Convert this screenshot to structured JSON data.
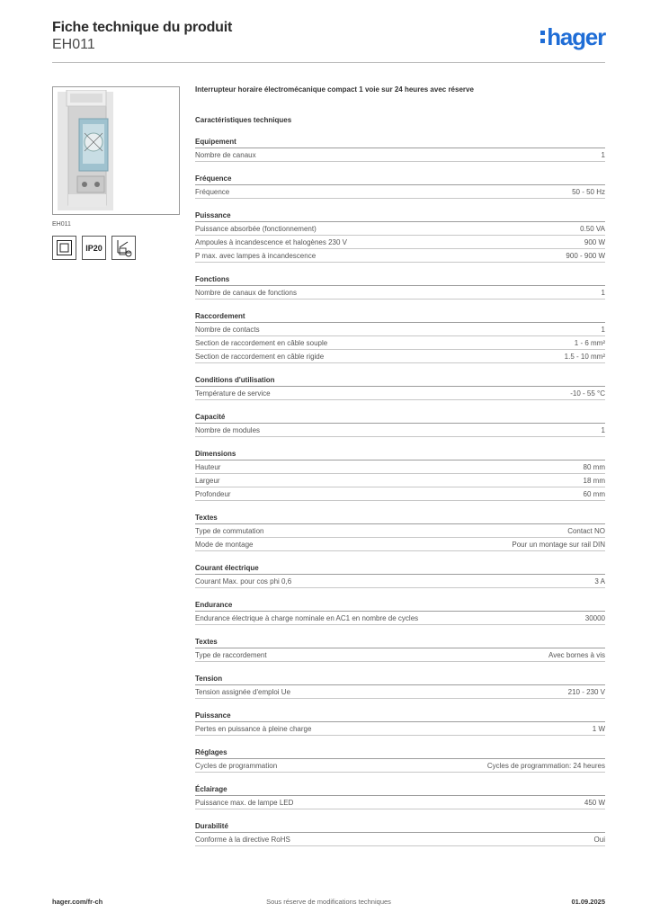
{
  "header": {
    "title": "Fiche technique du produit",
    "reference": "EH011",
    "logo_text": "hager",
    "brand_color": "#1f6dd6"
  },
  "product": {
    "caption": "EH011",
    "icons": [
      {
        "name": "protection-class-ii-icon",
        "label": ""
      },
      {
        "name": "ip20-icon",
        "label": "IP20"
      },
      {
        "name": "din-rail-mounting-icon",
        "label": ""
      }
    ]
  },
  "description": "Interrupteur horaire électromécanique compact 1 voie sur 24 heures avec réserve",
  "tech_heading": "Caractéristiques techniques",
  "sections": [
    {
      "title": "Equipement",
      "rows": [
        [
          "Nombre de canaux",
          "1"
        ]
      ]
    },
    {
      "title": "Fréquence",
      "rows": [
        [
          "Fréquence",
          "50 - 50 Hz"
        ]
      ]
    },
    {
      "title": "Puissance",
      "rows": [
        [
          "Puissance absorbée (fonctionnement)",
          "0.50 VA"
        ],
        [
          "Ampoules à incandescence et halogènes 230 V",
          "900 W"
        ],
        [
          "P max. avec lampes à incandescence",
          "900 - 900 W"
        ]
      ]
    },
    {
      "title": "Fonctions",
      "rows": [
        [
          "Nombre de canaux de fonctions",
          "1"
        ]
      ]
    },
    {
      "title": "Raccordement",
      "rows": [
        [
          "Nombre de contacts",
          "1"
        ],
        [
          "Section de raccordement en câble souple",
          "1 - 6 mm²"
        ],
        [
          "Section de raccordement en câble rigide",
          "1.5 - 10 mm²"
        ]
      ]
    },
    {
      "title": "Conditions d'utilisation",
      "rows": [
        [
          "Température de service",
          "-10 - 55 °C"
        ]
      ]
    },
    {
      "title": "Capacité",
      "rows": [
        [
          "Nombre de modules",
          "1"
        ]
      ]
    },
    {
      "title": "Dimensions",
      "rows": [
        [
          "Hauteur",
          "80 mm"
        ],
        [
          "Largeur",
          "18 mm"
        ],
        [
          "Profondeur",
          "60 mm"
        ]
      ]
    },
    {
      "title": "Textes",
      "rows": [
        [
          "Type de commutation",
          "Contact NO"
        ],
        [
          "Mode de montage",
          "Pour un montage sur rail DIN"
        ]
      ]
    },
    {
      "title": "Courant électrique",
      "rows": [
        [
          "Courant Max. pour cos phi 0,6",
          "3 A"
        ]
      ]
    },
    {
      "title": "Endurance",
      "rows": [
        [
          "Endurance électrique à charge nominale en AC1 en nombre de cycles",
          "30000"
        ]
      ]
    },
    {
      "title": "Textes",
      "rows": [
        [
          "Type de raccordement",
          "Avec bornes à vis"
        ]
      ]
    },
    {
      "title": "Tension",
      "rows": [
        [
          "Tension assignée d'emploi Ue",
          "210 - 230 V"
        ]
      ]
    },
    {
      "title": "Puissance",
      "rows": [
        [
          "Pertes en puissance à pleine charge",
          "1 W"
        ]
      ]
    },
    {
      "title": "Réglages",
      "rows": [
        [
          "Cycles de programmation",
          "Cycles de programmation: 24 heures"
        ]
      ]
    },
    {
      "title": "Éclairage",
      "rows": [
        [
          "Puissance max. de lampe LED",
          "450 W"
        ]
      ]
    },
    {
      "title": "Durabilité",
      "rows": [
        [
          "Conforme à la directive RoHS",
          "Oui"
        ]
      ]
    }
  ],
  "footer": {
    "website": "hager.com/fr-ch",
    "disclaimer": "Sous réserve de modifications techniques",
    "date": "01.09.2025"
  }
}
